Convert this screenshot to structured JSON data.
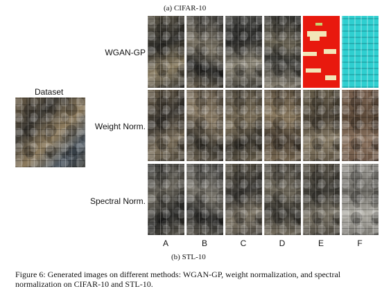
{
  "figure": {
    "subcaption_a": "(a)  CIFAR-10",
    "subcaption_b": "(b)  STL-10",
    "dataset_label": "Dataset",
    "row_labels": [
      "WGAN-GP",
      "Weight Norm.",
      "Spectral Norm."
    ],
    "column_labels": [
      "A",
      "B",
      "C",
      "D",
      "E",
      "F"
    ],
    "caption": "Figure 6:  Generated images on different methods: WGAN-GP, weight normalization, and spectral normalization on CIFAR-10 and STL-10."
  },
  "colors": {
    "wgan_e_background": "#e8190e",
    "wgan_e_patch": "#f2e6b8",
    "wgan_f_background": "#2fcfd0",
    "photo_dark": "#3a3a34",
    "photo_mid": "#7a7466",
    "weight_norm_tint": "#5e5448",
    "spectral_norm_tint": "#4a4a46",
    "stl_f_tint": "#8a8a84"
  }
}
